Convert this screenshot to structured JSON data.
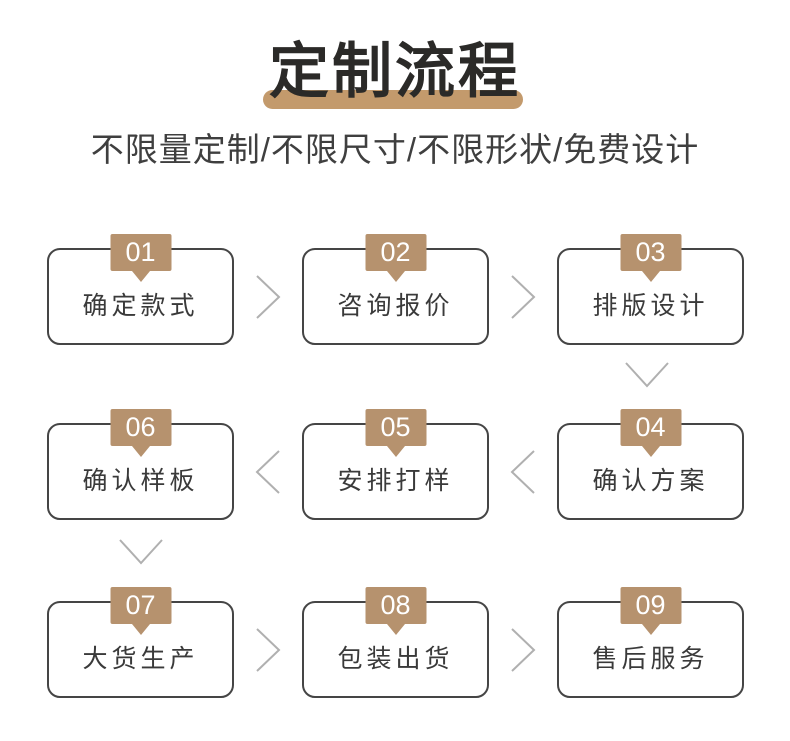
{
  "page": {
    "title": "定制流程",
    "subtitle": "不限量定制/不限尺寸/不限形状/免费设计"
  },
  "colors": {
    "accent": "#b6926e",
    "underline": "#c39a6c",
    "card_border": "#454545",
    "arrow": "#b0b0b0",
    "card_text": "#3a3a3a",
    "title_text": "#2b2a28",
    "subtitle_text": "#3f3f3f"
  },
  "steps": [
    {
      "num": "01",
      "label": "确定款式"
    },
    {
      "num": "02",
      "label": "咨询报价"
    },
    {
      "num": "03",
      "label": "排版设计"
    },
    {
      "num": "04",
      "label": "确认方案"
    },
    {
      "num": "05",
      "label": "安排打样"
    },
    {
      "num": "06",
      "label": "确认样板"
    },
    {
      "num": "07",
      "label": "大货生产"
    },
    {
      "num": "08",
      "label": "包装出货"
    },
    {
      "num": "09",
      "label": "售后服务"
    }
  ]
}
